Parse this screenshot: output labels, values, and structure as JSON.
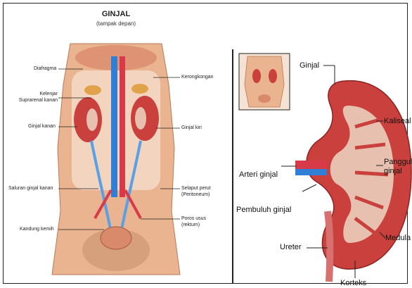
{
  "left_figure": {
    "title": "GINJAL",
    "subtitle": "(tampak depan)",
    "labels_left": {
      "diafragma": "Diafragma",
      "kelenjar_1": "Kelenjar",
      "kelenjar_2": "Suprarenal kanan",
      "ginjal_kanan": "Ginjal kanan",
      "saluran": "Saluran ginjal kanan",
      "kandung": "Kandung kemih"
    },
    "labels_right": {
      "kerongkongan": "Kerongkongan",
      "ginjal_kiri": "Ginjal kiri",
      "selaput_1": "Selaput perut",
      "selaput_2": "(Peritoneum)",
      "poros_1": "Poros usus",
      "poros_2": "(rektum)"
    }
  },
  "right_figure": {
    "labels": {
      "ginjal": "Ginjal",
      "kaliseal": "Kaliseal",
      "arteri": "Arteri ginjal",
      "panggul_1": "Panggul",
      "panggul_2": "ginjal",
      "pembuluh": "Pembuluh ginjal",
      "medula": "Medula",
      "ureter": "Ureter",
      "korteks": "Korteks"
    }
  },
  "colors": {
    "skin": "#e9b48f",
    "kidney": "#c9403c",
    "kidney_inner": "#e8c0b0",
    "vein": "#2f7fd6",
    "artery": "#d93a4a",
    "line": "#222222"
  }
}
